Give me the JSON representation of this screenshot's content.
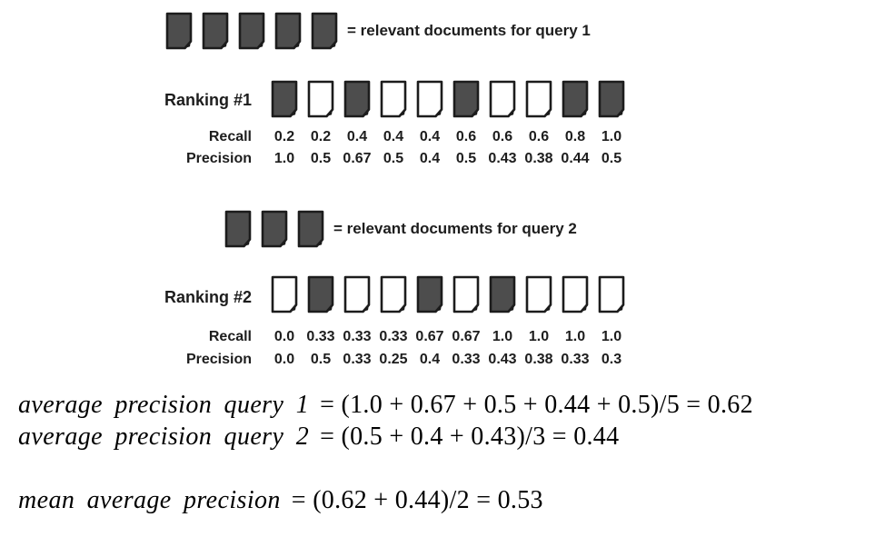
{
  "colors": {
    "doc_fill_relevant": "#4d4d4d",
    "doc_fill_nonrelevant": "#ffffff",
    "doc_border": "#1c1c1c",
    "text": "#1d1d1d"
  },
  "legends": [
    {
      "doc_count": 5,
      "text": "= relevant documents for query 1"
    },
    {
      "doc_count": 3,
      "text": "= relevant documents for query 2"
    }
  ],
  "rankings": [
    {
      "label": "Ranking #1",
      "recall_label": "Recall",
      "precision_label": "Precision",
      "docs_relevant": [
        1,
        0,
        1,
        0,
        0,
        1,
        0,
        0,
        1,
        1
      ],
      "recall": [
        "0.2",
        "0.2",
        "0.4",
        "0.4",
        "0.4",
        "0.6",
        "0.6",
        "0.6",
        "0.8",
        "1.0"
      ],
      "precision": [
        "1.0",
        "0.5",
        "0.67",
        "0.5",
        "0.4",
        "0.5",
        "0.43",
        "0.38",
        "0.44",
        "0.5"
      ]
    },
    {
      "label": "Ranking #2",
      "recall_label": "Recall",
      "precision_label": "Precision",
      "docs_relevant": [
        0,
        1,
        0,
        0,
        1,
        0,
        1,
        0,
        0,
        0
      ],
      "recall": [
        "0.0",
        "0.33",
        "0.33",
        "0.33",
        "0.67",
        "0.67",
        "1.0",
        "1.0",
        "1.0",
        "1.0"
      ],
      "precision": [
        "0.0",
        "0.5",
        "0.33",
        "0.25",
        "0.4",
        "0.33",
        "0.43",
        "0.38",
        "0.33",
        "0.3"
      ]
    }
  ],
  "equations": [
    {
      "lhs": "average precision query 1",
      "rhs": "= (1.0 + 0.67 + 0.5 + 0.44 + 0.5)/5 = 0.62"
    },
    {
      "lhs": "average precision query 2",
      "rhs": "= (0.5 + 0.4 + 0.43)/3 = 0.44"
    },
    {
      "lhs": "mean average precision",
      "rhs": "= (0.62 + 0.44)/2 = 0.53"
    }
  ]
}
